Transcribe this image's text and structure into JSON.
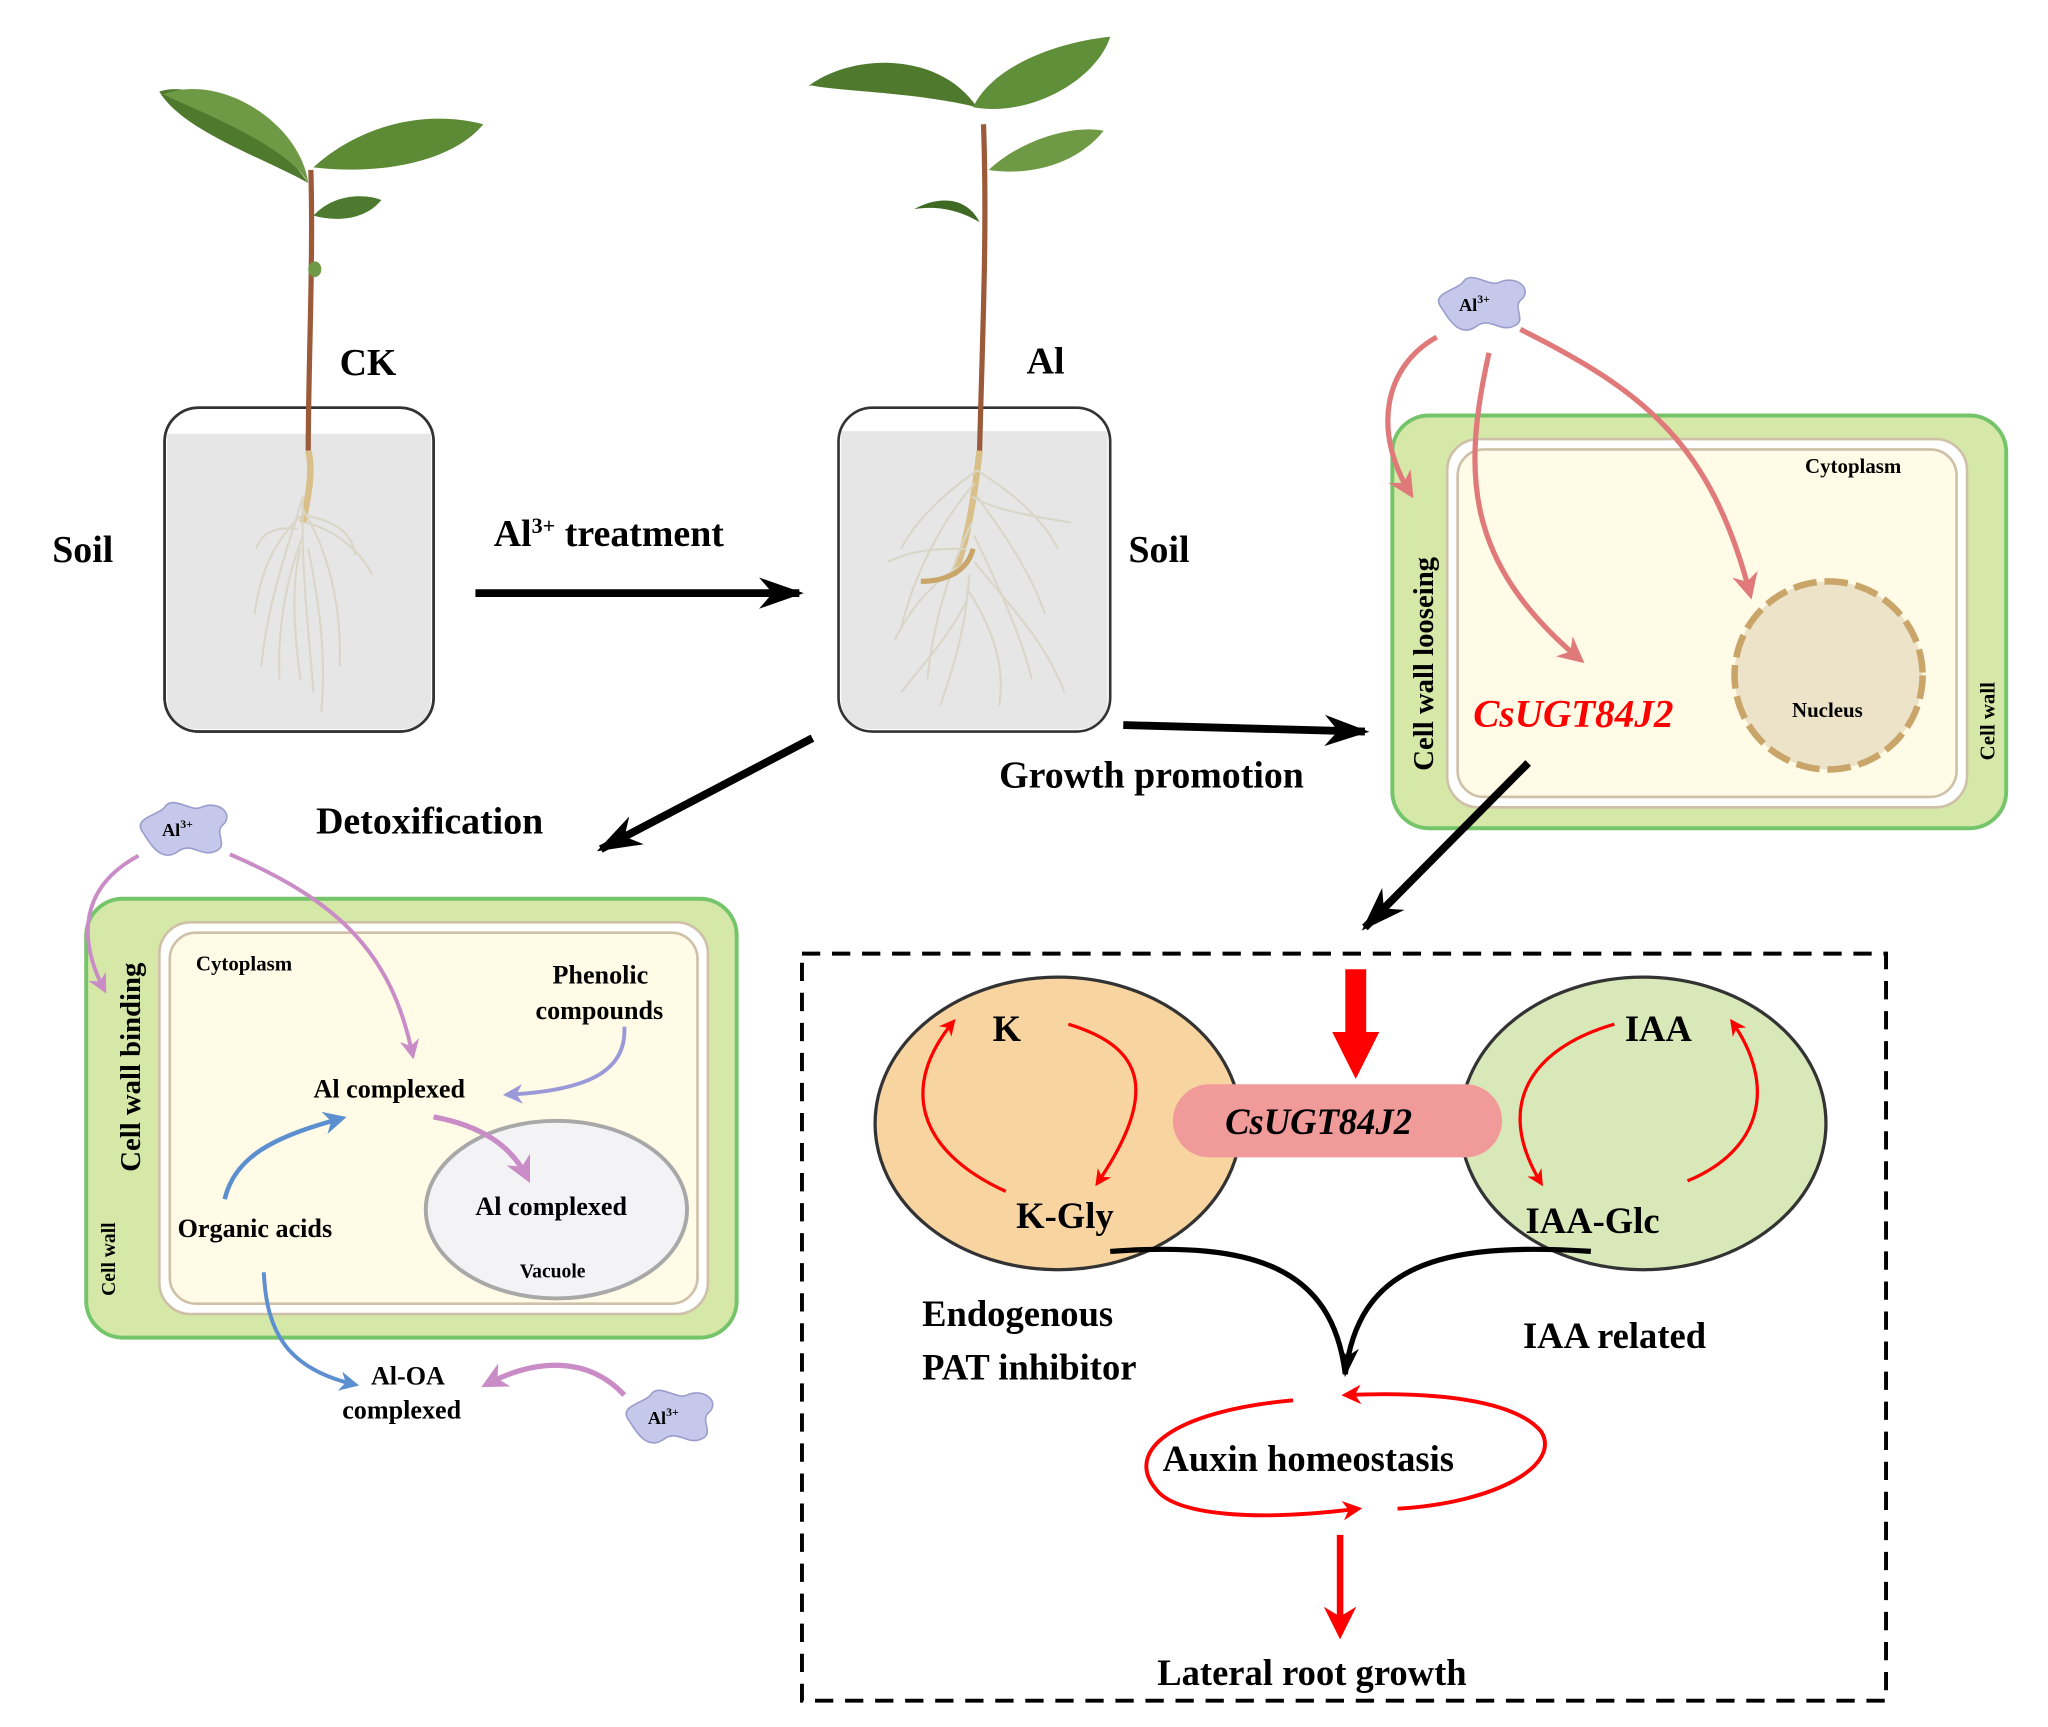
{
  "colors": {
    "red": "#ff0000",
    "pink_arrow": "#e07a7a",
    "purple_arrow": "#c98cc6",
    "blue_arrow": "#5b8fd0",
    "lavender_arrow": "#9a9ad8",
    "cell_wall_fill": "#d6e8a8",
    "cell_wall_stroke": "#74c46a",
    "cytoplasm_fill": "#fffbe6",
    "membrane_stroke": "#cfc0a8",
    "nucleus_fill": "#ece3c8",
    "nucleus_stroke": "#c9a56a",
    "vacuole_fill": "#f3f3f5",
    "vacuole_stroke": "#a8a8a8",
    "pot_fill": "#e6e6e6",
    "al_ion_fill": "#c5c8ea",
    "pill_fill": "#f09a9a",
    "k_ellipse_fill": "#f8d5a0",
    "iaa_ellipse_fill": "#d8e8b8"
  },
  "top": {
    "ck_label": "CK",
    "al_label": "Al",
    "soil_left": "Soil",
    "soil_right": "Soil",
    "treatment_main": "Al",
    "treatment_sup": "3+",
    "treatment_rest": " treatment",
    "growth_promotion": "Growth promotion",
    "detoxification": "Detoxification"
  },
  "ion": {
    "main": "Al",
    "sup": "3+"
  },
  "right_cell": {
    "left_wall_label": "Cell wall looseing",
    "right_wall_label": "Cell wall",
    "cytoplasm": "Cytoplasm",
    "gene": "CsUGT84J2",
    "nucleus": "Nucleus"
  },
  "left_cell": {
    "wall_binding": "Cell wall binding",
    "wall": "Cell wall",
    "cytoplasm": "Cytoplasm",
    "phenolic_1": "Phenolic",
    "phenolic_2": "compounds",
    "al_complexed_cyto": "Al complexed",
    "al_complexed_vac": "Al complexed",
    "vacuole": "Vacuole",
    "organic_acids": "Organic acids",
    "al_oa_1": "Al-OA",
    "al_oa_2": "complexed"
  },
  "pathway": {
    "gene": "CsUGT84J2",
    "k": "K",
    "k_gly": "K-Gly",
    "iaa": "IAA",
    "iaa_glc": "IAA-Glc",
    "endogenous_1": "Endogenous",
    "endogenous_2": "PAT inhibitor",
    "iaa_related": "IAA related",
    "auxin": "Auxin homeostasis",
    "lateral": "Lateral root growth"
  }
}
